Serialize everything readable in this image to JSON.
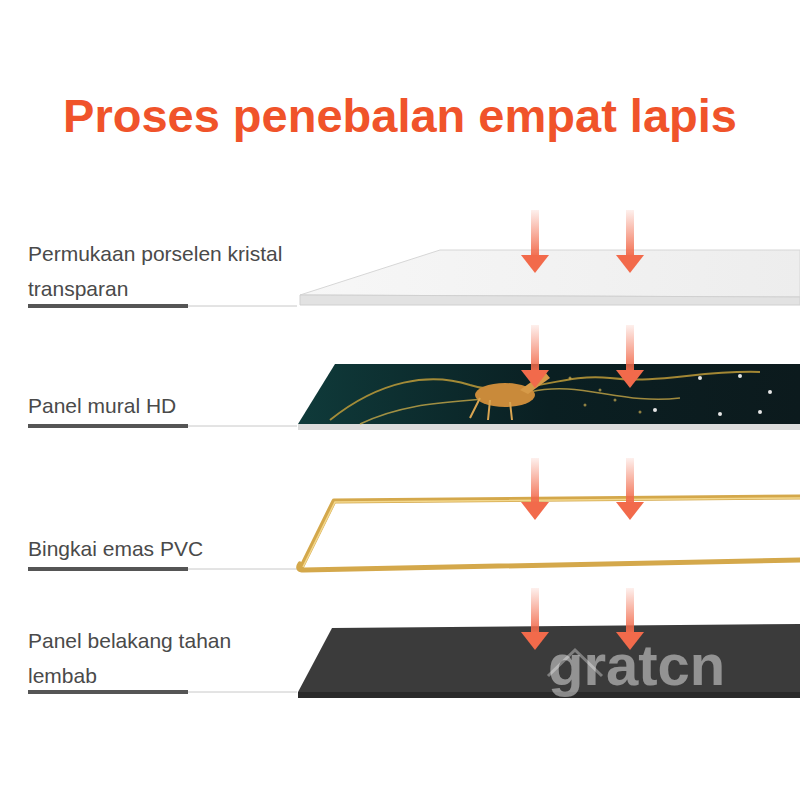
{
  "diagram": {
    "title": "Proses penebalan empat lapis",
    "labels": [
      "Permukaan porselen kristal transparan",
      "Panel mural HD",
      "Bingkai emas PVC",
      "Panel belakang tahan lembab",
      "gratcn"
    ]
  }
}
